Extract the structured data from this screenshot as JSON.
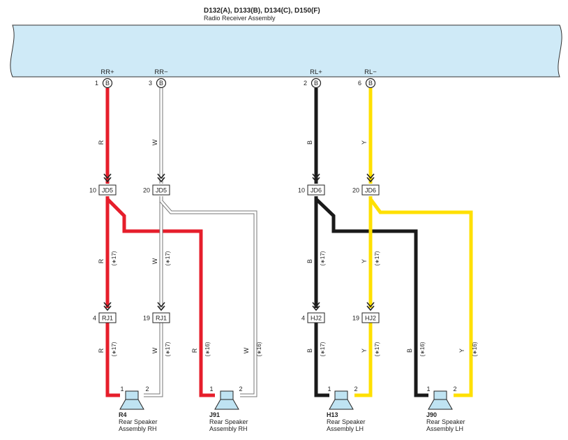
{
  "receiver": {
    "connectors": "D132(A), D133(B), D134(C), D150(F)",
    "name": "Radio Receiver Assembly"
  },
  "colors": {
    "panel_fill": "#cfeaf7",
    "red_wire": "#e61e2b",
    "white_wire": "#ffffff",
    "black_wire": "#1a1a1a",
    "yellow_wire": "#ffe000",
    "speaker_fill": "#bfe3f2"
  },
  "terminals": [
    {
      "id": "rr-plus",
      "signal": "RR+",
      "pin": "1",
      "code": "B"
    },
    {
      "id": "rr-minus",
      "signal": "RR−",
      "pin": "3",
      "code": "B"
    },
    {
      "id": "rl-plus",
      "signal": "RL+",
      "pin": "2",
      "code": "B"
    },
    {
      "id": "rl-minus",
      "signal": "RL−",
      "pin": "6",
      "code": "B"
    }
  ],
  "junctions": [
    {
      "id": "jd5-10",
      "pin": "10",
      "name": "JD5"
    },
    {
      "id": "jd5-20",
      "pin": "20",
      "name": "JD5"
    },
    {
      "id": "jd6-10",
      "pin": "10",
      "name": "JD6"
    },
    {
      "id": "jd6-20",
      "pin": "20",
      "name": "JD6"
    },
    {
      "id": "rj1-4",
      "pin": "4",
      "name": "RJ1"
    },
    {
      "id": "rj1-19",
      "pin": "19",
      "name": "RJ1"
    },
    {
      "id": "hj2-4",
      "pin": "4",
      "name": "HJ2"
    },
    {
      "id": "hj2-19",
      "pin": "19",
      "name": "HJ2"
    }
  ],
  "wire_labels": [
    {
      "id": "w1",
      "color": "R",
      "note": ""
    },
    {
      "id": "w2",
      "color": "W",
      "note": ""
    },
    {
      "id": "w3",
      "color": "B",
      "note": ""
    },
    {
      "id": "w4",
      "color": "Y",
      "note": ""
    },
    {
      "id": "w5",
      "color": "R",
      "note": "(∗17)"
    },
    {
      "id": "w6",
      "color": "W",
      "note": "(∗17)"
    },
    {
      "id": "w7",
      "color": "B",
      "note": "(∗17)"
    },
    {
      "id": "w8",
      "color": "Y",
      "note": "(∗17)"
    },
    {
      "id": "w9",
      "color": "R",
      "note": "(∗17)"
    },
    {
      "id": "w10",
      "color": "W",
      "note": "(∗17)"
    },
    {
      "id": "w11",
      "color": "R",
      "note": "(∗16)"
    },
    {
      "id": "w12",
      "color": "W",
      "note": "(∗16)"
    },
    {
      "id": "w13",
      "color": "B",
      "note": "(∗17)"
    },
    {
      "id": "w14",
      "color": "Y",
      "note": "(∗17)"
    },
    {
      "id": "w15",
      "color": "B",
      "note": "(∗16)"
    },
    {
      "id": "w16",
      "color": "Y",
      "note": "(∗16)"
    }
  ],
  "speakers": [
    {
      "id": "R4",
      "name1": "Rear Speaker",
      "name2": "Assembly RH",
      "pin1": "1",
      "pin2": "2"
    },
    {
      "id": "J91",
      "name1": "Rear Speaker",
      "name2": "Assembly RH",
      "pin1": "1",
      "pin2": "2"
    },
    {
      "id": "H13",
      "name1": "Rear Speaker",
      "name2": "Assembly LH",
      "pin1": "1",
      "pin2": "2"
    },
    {
      "id": "J90",
      "name1": "Rear Speaker",
      "name2": "Assembly LH",
      "pin1": "1",
      "pin2": "2"
    }
  ]
}
